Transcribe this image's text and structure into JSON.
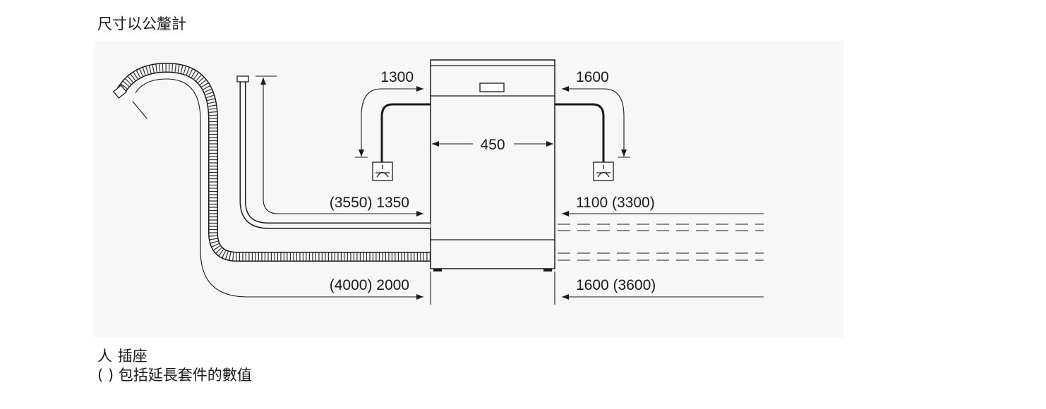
{
  "title": "尺寸以公釐計",
  "dimensions": {
    "top_left": "1300",
    "top_right": "1600",
    "width": "450",
    "inlet_left": "(3550) 1350",
    "inlet_right": "1100 (3300)",
    "drain_left": "(4000) 2000",
    "drain_right": "1600 (3600)"
  },
  "legend": {
    "socket_symbol": "⼈",
    "socket_label": "插座",
    "paren_symbol": "( )",
    "paren_label": "包括延長套件的數值"
  }
}
